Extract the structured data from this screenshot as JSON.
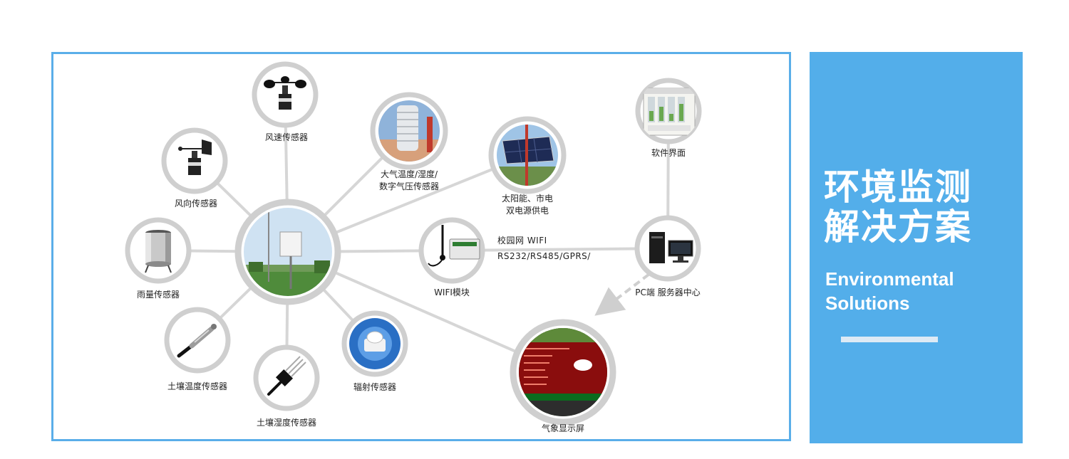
{
  "colors": {
    "accent": "#53aeea",
    "frame": "#5aaee9",
    "ring": "#d0d0d0",
    "connector": "#cfcfcf"
  },
  "nodes": {
    "station": {
      "label": "",
      "icon": "weather-station-icon"
    },
    "wind_speed": {
      "label": "风速传感器",
      "icon": "anemometer-icon"
    },
    "wind_direction": {
      "label": "风向传感器",
      "icon": "wind-vane-icon"
    },
    "temp_humidity": {
      "label_line1": "大气温度/湿度/",
      "label_line2": "数字气压传感器",
      "icon": "thermo-hygrometer-icon"
    },
    "solar": {
      "label_line1": "太阳能、市电",
      "label_line2": "双电源供电",
      "icon": "solar-panel-icon"
    },
    "software": {
      "label": "软件界面",
      "icon": "software-screen-icon"
    },
    "rain": {
      "label": "雨量传感器",
      "icon": "rain-gauge-icon"
    },
    "wifi": {
      "label": "WIFI模块",
      "icon": "wifi-module-icon"
    },
    "pc": {
      "label": "PC端 服务器中心",
      "icon": "pc-server-icon"
    },
    "soil_temp": {
      "label": "土壤温度传感器",
      "icon": "soil-temperature-probe-icon"
    },
    "soil_moisture": {
      "label": "土壤湿度传感器",
      "icon": "soil-moisture-probe-icon"
    },
    "radiation": {
      "label": "辐射传感器",
      "icon": "radiation-sensor-icon"
    },
    "display": {
      "label": "气象显示屏",
      "icon": "led-display-icon"
    }
  },
  "connection": {
    "line1": "校园网 WIFI",
    "line2": "RS232/RS485/GPRS/"
  },
  "side": {
    "title_line1": "环境监测",
    "title_line2": "解决方案",
    "subtitle_line1": "Environmental",
    "subtitle_line2": "Solutions"
  }
}
